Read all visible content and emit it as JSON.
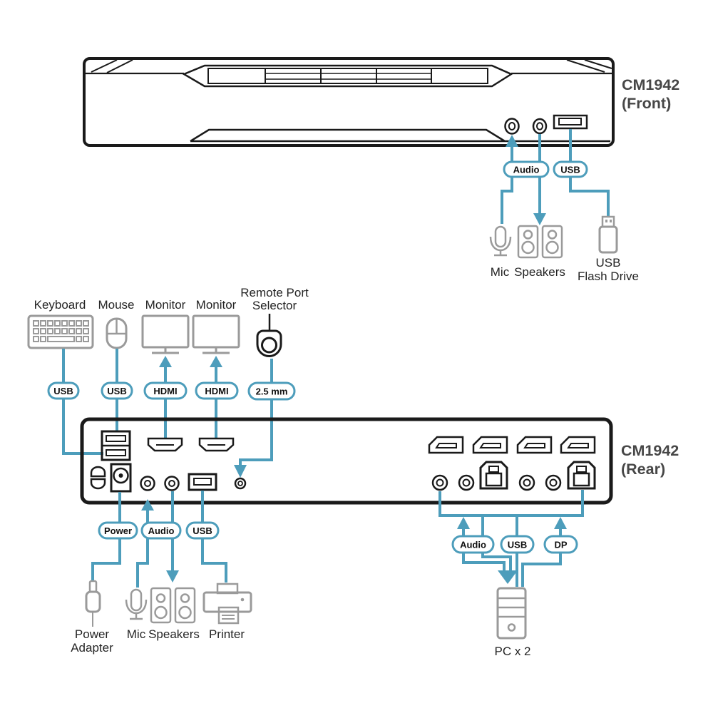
{
  "colors": {
    "accent_teal": "#4D9DBB",
    "icon_gray": "#9a9a9a",
    "outline_black": "#1a1a1a",
    "model_gray": "#474747"
  },
  "front": {
    "model_line1": "CM1942",
    "model_line2": "(Front)",
    "pills": {
      "audio": "Audio",
      "usb": "USB"
    },
    "labels": {
      "mic": "Mic",
      "speakers": "Speakers",
      "flash_line1": "USB",
      "flash_line2": "Flash Drive"
    },
    "icons": [
      "mic-icon",
      "speakers-icon",
      "usb-flash-drive-icon"
    ]
  },
  "rear": {
    "model_line1": "CM1942",
    "model_line2": "(Rear)",
    "top": {
      "labels": {
        "keyboard": "Keyboard",
        "mouse": "Mouse",
        "monitor1": "Monitor",
        "monitor2": "Monitor",
        "remote_line1": "Remote Port",
        "remote_line2": "Selector"
      },
      "pills": {
        "usb1": "USB",
        "usb2": "USB",
        "hdmi1": "HDMI",
        "hdmi2": "HDMI",
        "jack25": "2.5 mm"
      }
    },
    "bottom_left": {
      "pills": {
        "power": "Power",
        "audio": "Audio",
        "usb": "USB"
      },
      "labels": {
        "power_line1": "Power",
        "power_line2": "Adapter",
        "mic": "Mic",
        "speakers": "Speakers",
        "printer": "Printer"
      }
    },
    "bottom_right": {
      "pills": {
        "audio": "Audio",
        "usb": "USB",
        "dp": "DP"
      },
      "labels": {
        "pc": "PC x 2"
      }
    }
  }
}
